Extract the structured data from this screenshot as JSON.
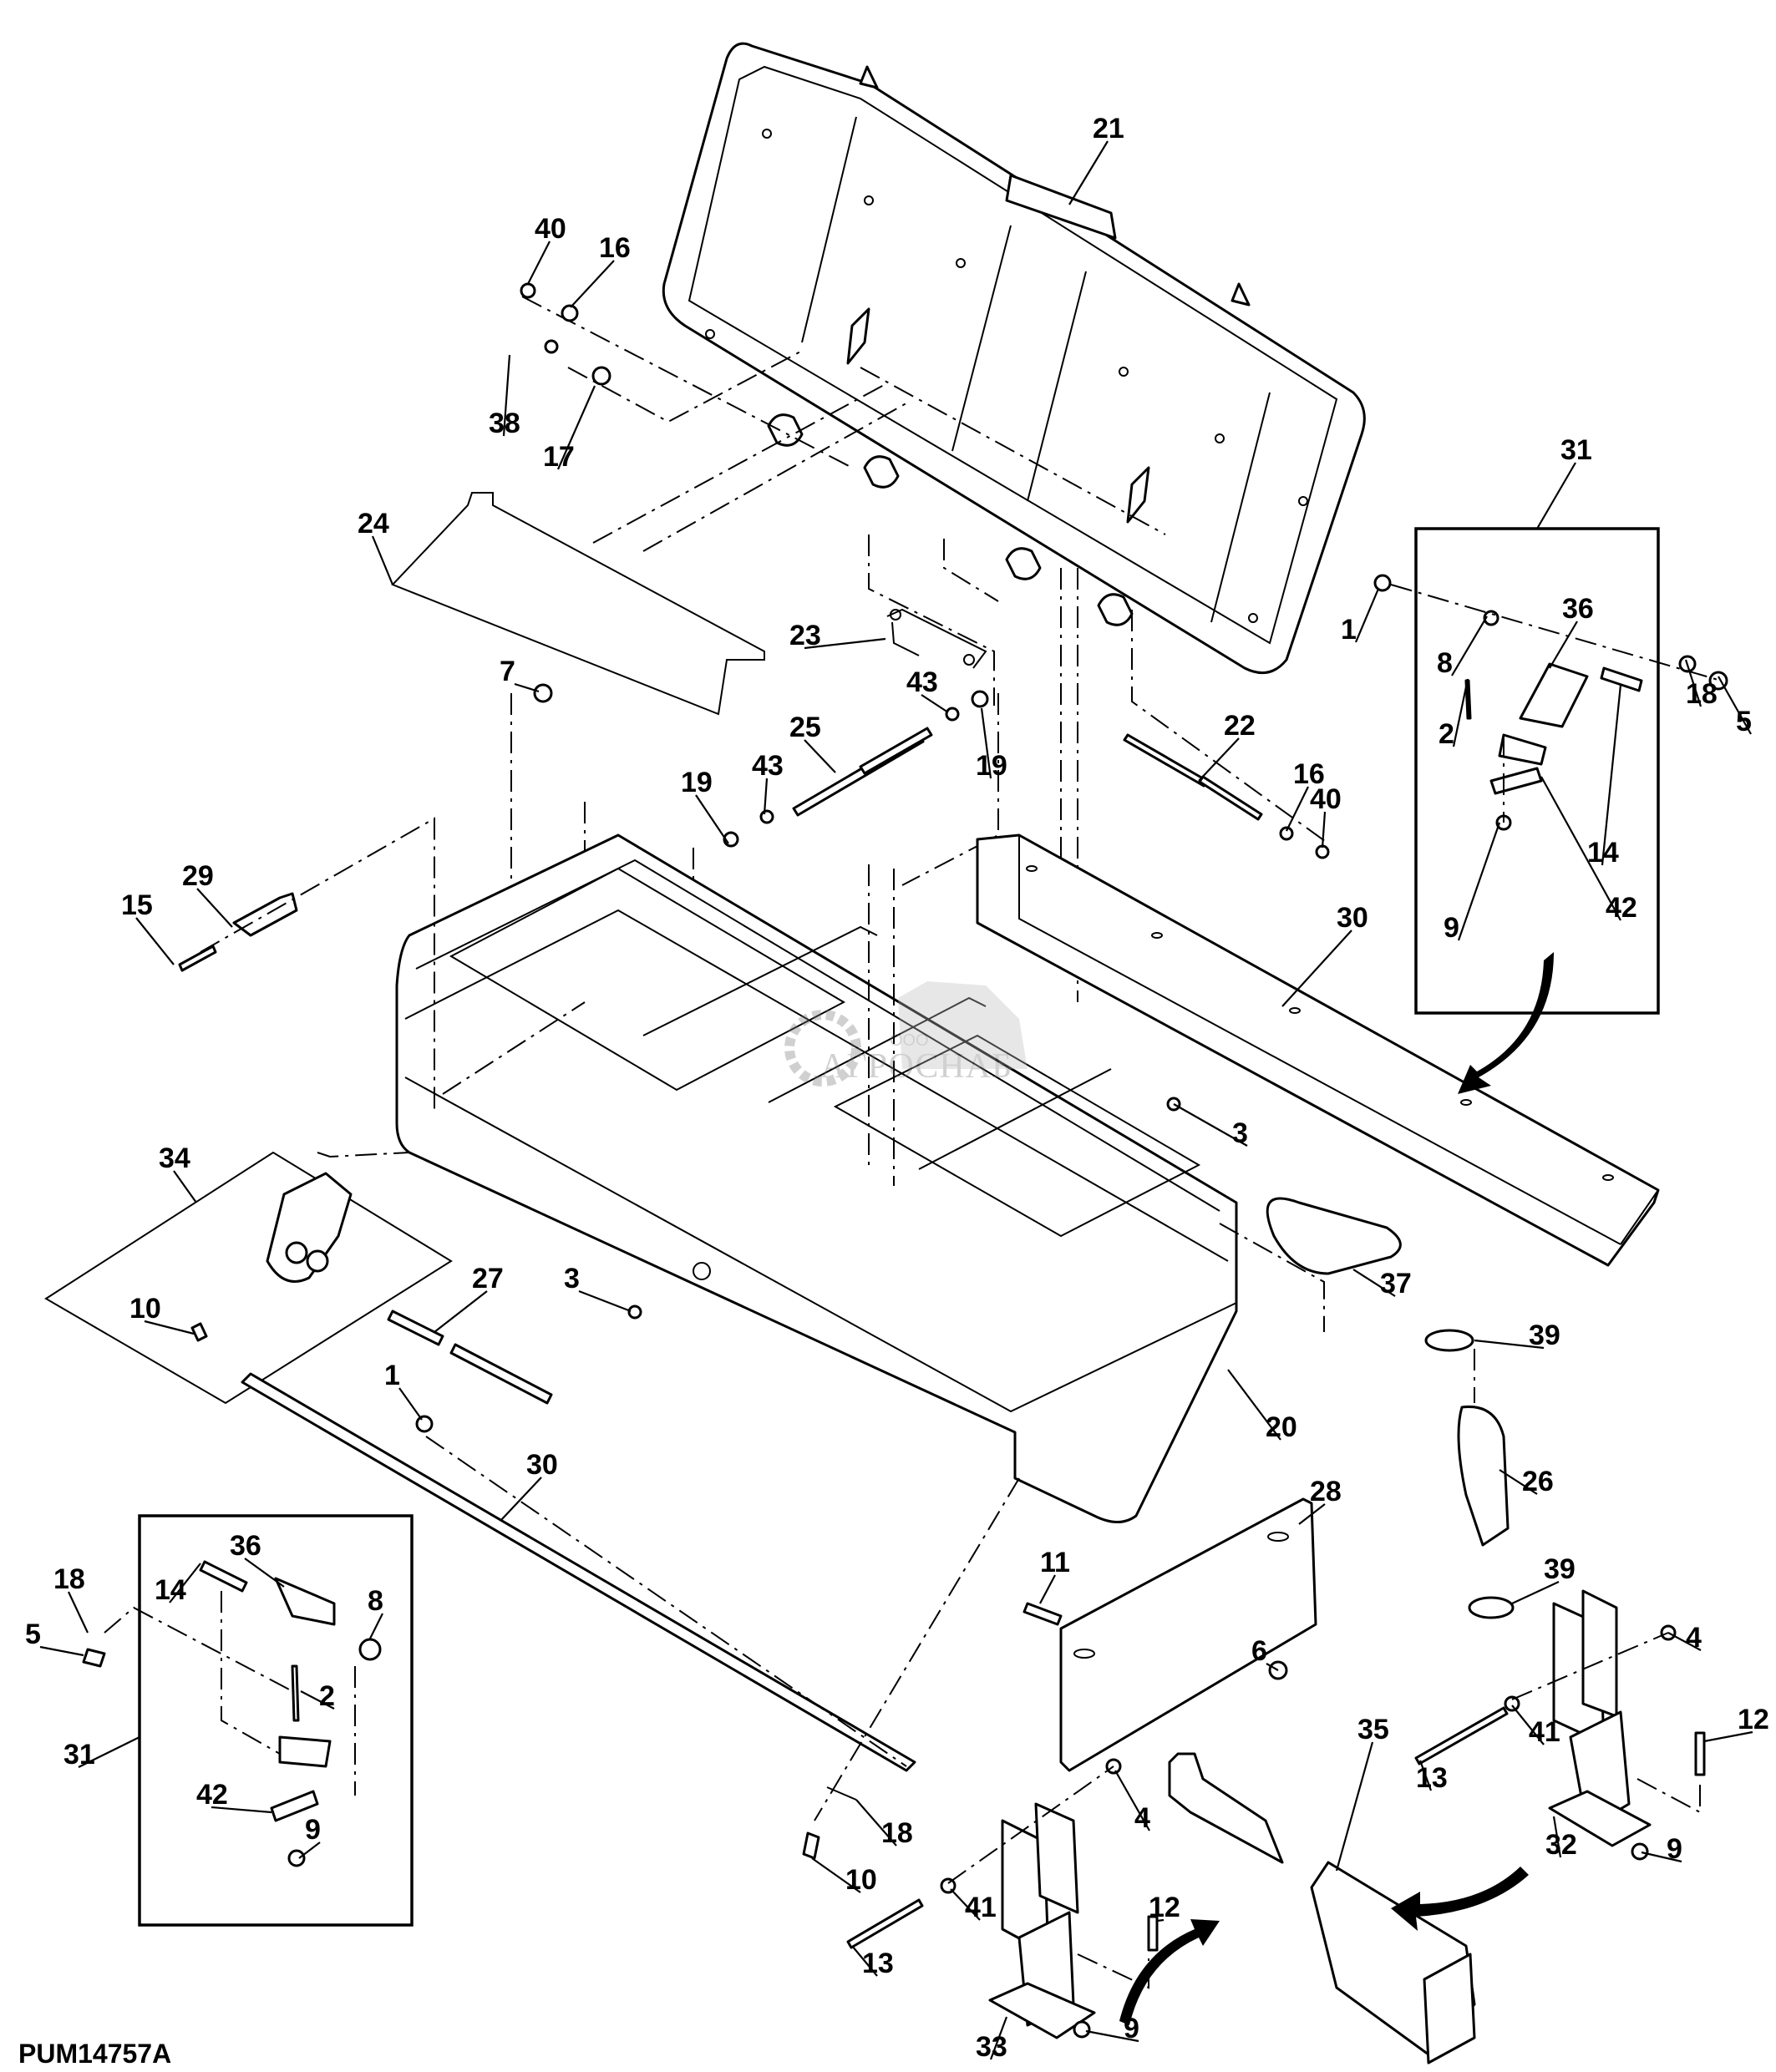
{
  "figure": {
    "id": "PUM14757A",
    "type": "exploded parts diagram",
    "subject": "storage box / hopper assembly with lid, hinges, latch kits and mounting stands"
  },
  "watermark": {
    "prefix": "ООО",
    "name": "АГРОСНАБ"
  },
  "callouts": [
    {
      "key": "c21",
      "label": "21",
      "part": "lid"
    },
    {
      "key": "c40a",
      "label": "40",
      "part": "retaining ring (upper left)"
    },
    {
      "key": "c16a",
      "label": "16",
      "part": "washer (upper left)"
    },
    {
      "key": "c38",
      "label": "38",
      "part": "retaining ring"
    },
    {
      "key": "c17",
      "label": "17",
      "part": "washer"
    },
    {
      "key": "c24",
      "label": "24",
      "part": "liner / panel"
    },
    {
      "key": "c23",
      "label": "23",
      "part": "torsion spring"
    },
    {
      "key": "c43a",
      "label": "43",
      "part": "washer (right)"
    },
    {
      "key": "c25",
      "label": "25",
      "part": "hinge rod"
    },
    {
      "key": "c19a",
      "label": "19",
      "part": "retaining ring (right)"
    },
    {
      "key": "c19b",
      "label": "19",
      "part": "retaining ring (left)"
    },
    {
      "key": "c43b",
      "label": "43",
      "part": "washer (left)"
    },
    {
      "key": "c7",
      "label": "7",
      "part": "nut"
    },
    {
      "key": "c22",
      "label": "22",
      "part": "hinge rod"
    },
    {
      "key": "c16b",
      "label": "16",
      "part": "washer (right)"
    },
    {
      "key": "c40b",
      "label": "40",
      "part": "retaining ring (right)"
    },
    {
      "key": "c31a",
      "label": "31",
      "part": "latch kit (right)"
    },
    {
      "key": "c1a",
      "label": "1",
      "part": "rivet (right)"
    },
    {
      "key": "c36a",
      "label": "36",
      "part": "latch (right kit)"
    },
    {
      "key": "c8a",
      "label": "8",
      "part": "nut (right kit)"
    },
    {
      "key": "c18a",
      "label": "18",
      "part": "washer (right kit)"
    },
    {
      "key": "c5a",
      "label": "5",
      "part": "nut (right kit)"
    },
    {
      "key": "c2a",
      "label": "2",
      "part": "pin (right kit)"
    },
    {
      "key": "c14a",
      "label": "14",
      "part": "bolt (right kit)"
    },
    {
      "key": "c42a",
      "label": "42",
      "part": "plate (right kit)"
    },
    {
      "key": "c9a",
      "label": "9",
      "part": "nut (right kit)"
    },
    {
      "key": "c30a",
      "label": "30",
      "part": "angle rail (right)"
    },
    {
      "key": "c15",
      "label": "15",
      "part": "bolt"
    },
    {
      "key": "c29",
      "label": "29",
      "part": "latch bracket"
    },
    {
      "key": "c3a",
      "label": "3",
      "part": "plug (right)"
    },
    {
      "key": "c34",
      "label": "34",
      "part": "latch kit (left front)"
    },
    {
      "key": "c37",
      "label": "37",
      "part": "cover / cap"
    },
    {
      "key": "c3b",
      "label": "3",
      "part": "plug (front)"
    },
    {
      "key": "c10a",
      "label": "10",
      "part": "bolt (latch kit)"
    },
    {
      "key": "c27",
      "label": "27",
      "part": "strip"
    },
    {
      "key": "c39a",
      "label": "39",
      "part": "hose clamp (upper)"
    },
    {
      "key": "c1b",
      "label": "1",
      "part": "rivet (front)"
    },
    {
      "key": "c20",
      "label": "20",
      "part": "box / hopper"
    },
    {
      "key": "c30b",
      "label": "30",
      "part": "angle rail (front)"
    },
    {
      "key": "c26",
      "label": "26",
      "part": "hose"
    },
    {
      "key": "c28",
      "label": "28",
      "part": "mounting plate"
    },
    {
      "key": "c36b",
      "label": "36",
      "part": "latch (left kit)"
    },
    {
      "key": "c18b",
      "label": "18",
      "part": "washer (left kit)"
    },
    {
      "key": "c14b",
      "label": "14",
      "part": "bolt (left kit)"
    },
    {
      "key": "c5b",
      "label": "5",
      "part": "nut (left kit)"
    },
    {
      "key": "c8b",
      "label": "8",
      "part": "nut (left kit)"
    },
    {
      "key": "c11",
      "label": "11",
      "part": "bolt"
    },
    {
      "key": "c39b",
      "label": "39",
      "part": "hose clamp (lower)"
    },
    {
      "key": "c4a",
      "label": "4",
      "part": "nut (right stand)"
    },
    {
      "key": "c6",
      "label": "6",
      "part": "nut"
    },
    {
      "key": "c2b",
      "label": "2",
      "part": "pin (left kit)"
    },
    {
      "key": "c31b",
      "label": "31",
      "part": "latch kit (left)"
    },
    {
      "key": "c35",
      "label": "35",
      "part": "support tube"
    },
    {
      "key": "c41a",
      "label": "41",
      "part": "washer (right stand)"
    },
    {
      "key": "c13a",
      "label": "13",
      "part": "bolt (right stand)"
    },
    {
      "key": "c12a",
      "label": "12",
      "part": "bolt (right stand)"
    },
    {
      "key": "c42b",
      "label": "42",
      "part": "plate (left kit)"
    },
    {
      "key": "c4b",
      "label": "4",
      "part": "nut (left stand)"
    },
    {
      "key": "c9b",
      "label": "9",
      "part": "nut (left kit)"
    },
    {
      "key": "c32",
      "label": "32",
      "part": "stand (right)"
    },
    {
      "key": "c9c",
      "label": "9",
      "part": "nut (right stand)"
    },
    {
      "key": "c18c",
      "label": "18",
      "part": "washer"
    },
    {
      "key": "c10b",
      "label": "10",
      "part": "bolt"
    },
    {
      "key": "c41b",
      "label": "41",
      "part": "washer (left stand)"
    },
    {
      "key": "c12b",
      "label": "12",
      "part": "bolt (left stand)"
    },
    {
      "key": "c13b",
      "label": "13",
      "part": "bolt (left stand)"
    },
    {
      "key": "c33",
      "label": "33",
      "part": "stand (left)"
    },
    {
      "key": "c9d",
      "label": "9",
      "part": "nut (left stand)"
    }
  ]
}
